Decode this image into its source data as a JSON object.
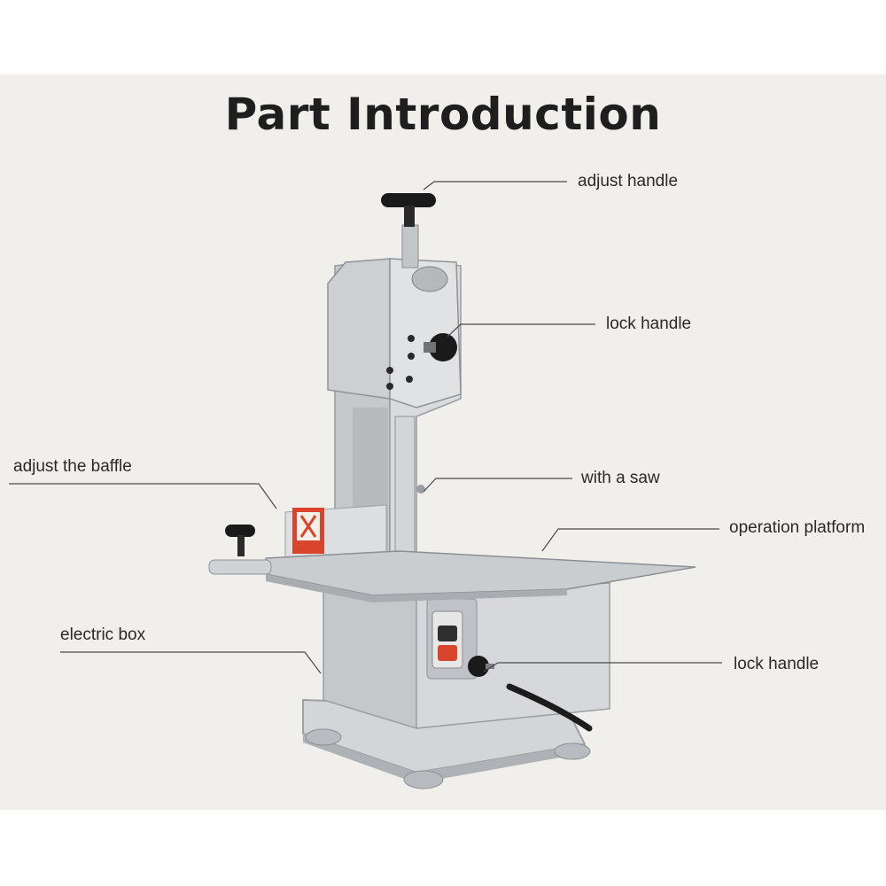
{
  "title": "Part Introduction",
  "labels": {
    "adjust_handle": "adjust handle",
    "lock_handle_top": "lock handle",
    "with_a_saw": "with a saw",
    "operation_platform": "operation platform",
    "adjust_the_baffle": "adjust the baffle",
    "electric_box": "electric box",
    "lock_handle_bottom": "lock handle"
  },
  "colors": {
    "background_panel": "#f1efec",
    "machine_body": "#c9cccf",
    "machine_shadow": "#a8abaf",
    "knob": "#1a1a1a",
    "leader_line": "#4a4a4a",
    "warning_sticker": "#d8452c"
  }
}
